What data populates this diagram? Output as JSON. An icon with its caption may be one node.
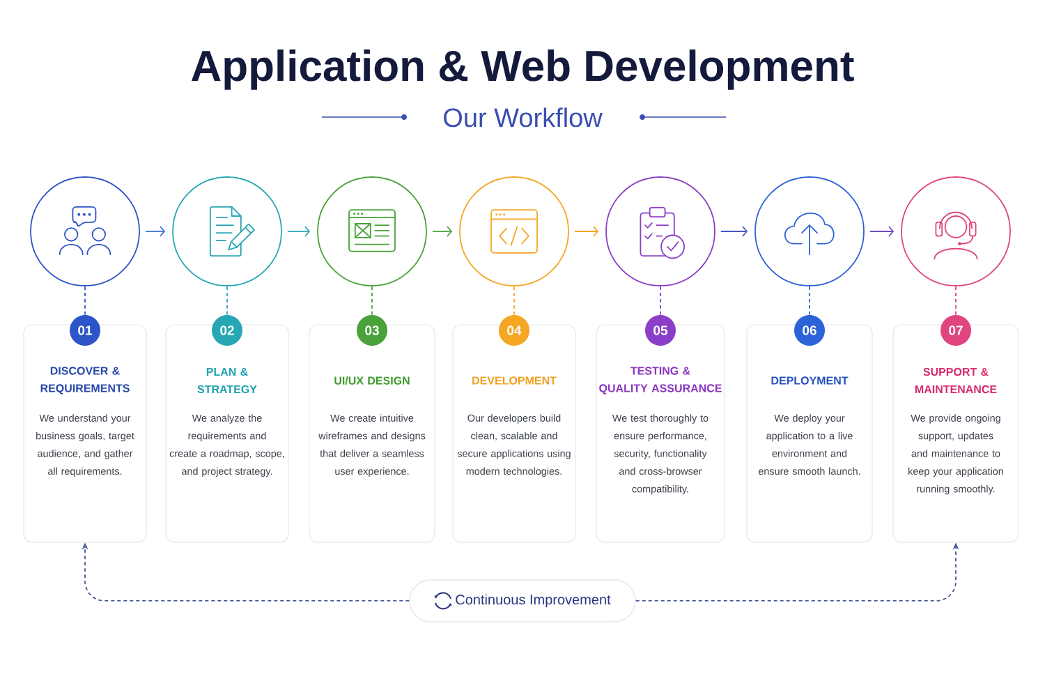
{
  "diagram": {
    "title": "Application & Web Development",
    "nodes": [
      {
        "text": [],
        "shape": "circle"
      },
      {
        "text": [],
        "shape": "circle"
      },
      {
        "text": [],
        "shape": "circle"
      },
      {
        "text": [],
        "shape": "circle"
      },
      {
        "text": [],
        "shape": "circle"
      },
      {
        "text": [],
        "shape": "circle"
      },
      {
        "text": [],
        "shape": "circle"
      },
      {
        "text": [
          "01"
        ]
      },
      {
        "text": [
          "02"
        ]
      },
      {
        "text": [
          "03"
        ]
      },
      {
        "text": [
          "04"
        ]
      },
      {
        "text": [
          "05"
        ]
      },
      {
        "text": [
          "06"
        ]
      },
      {
        "text": [
          "07"
        ]
      },
      {
        "text": [
          "DISCOVER & REQUIREMENTS",
          "We understand your business goals, target audience, and gather all requirements."
        ]
      },
      {
        "text": [
          "PLAN & STRATEGY",
          "We analyze the requirements and create a roadmap, scope, and project strategy."
        ]
      },
      {
        "text": [
          "UI/UX DESIGN",
          "We create intuitive wireframes and designs that deliver a seamless user experience."
        ]
      },
      {
        "text": [
          "DEVELOPMENT",
          "Our developers build clean, scalable and secure applications using modern technologies."
        ]
      },
      {
        "text": [
          "TESTING & QUALITY ASSURANCE",
          "We test thoroughly to ensure performance, security, functionality and cross-browser compatibility."
        ]
      },
      {
        "text": [
          "DEPLOYMENT",
          "We deploy your application to a live environment and ensure smooth launch."
        ]
      },
      {
        "text": [
          "SUPPORT & MAINTENANCE",
          "We provide ongoing support, updates and maintenance to keep your application running smoothly."
        ]
      },
      {
        "text": [
          "Continuous Improvement"
        ]
      }
    ],
    "edges": [
      {
        "from": 0,
        "to": 1,
        "arrow": "to",
        "color": "#3d6fd8"
      },
      {
        "from": 1,
        "to": 2,
        "arrow": "to",
        "color": "#2aa8b5"
      },
      {
        "from": 2,
        "to": 3,
        "arrow": "to",
        "color": "#4aa23a"
      },
      {
        "from": 3,
        "to": 4,
        "arrow": "to",
        "color": "#f5a623"
      },
      {
        "from": 4,
        "to": 5,
        "arrow": "to",
        "color": "#4356c8"
      },
      {
        "from": 5,
        "to": 6,
        "arrow": "to",
        "color": "#6c4cc8"
      },
      {
        "from": 0,
        "to": 7,
        "arrow": "none",
        "style": "dashed",
        "color": "#2d55c8"
      },
      {
        "from": 1,
        "to": 8,
        "arrow": "none",
        "style": "dashed",
        "color": "#27a6b4"
      },
      {
        "from": 2,
        "to": 9,
        "arrow": "none",
        "style": "dashed",
        "color": "#4aa23a"
      },
      {
        "from": 3,
        "to": 10,
        "arrow": "none",
        "style": "dashed",
        "color": "#f5a623"
      },
      {
        "from": 4,
        "to": 11,
        "arrow": "none",
        "style": "dashed",
        "color": "#8b3fc8"
      },
      {
        "from": 5,
        "to": 12,
        "arrow": "none",
        "style": "dashed",
        "color": "#2c63d8"
      },
      {
        "from": 6,
        "to": 13,
        "arrow": "none",
        "style": "dashed",
        "color": "#e0457f"
      },
      {
        "from": 21,
        "to": 20,
        "arrow": "to",
        "style": "dashed",
        "color": "#4b5a96"
      },
      {
        "from": 21,
        "to": 14,
        "arrow": "to",
        "style": "dashed",
        "color": "#4b5a96"
      }
    ],
    "labels": [
      "Our Workflow"
    ]
  }
}
